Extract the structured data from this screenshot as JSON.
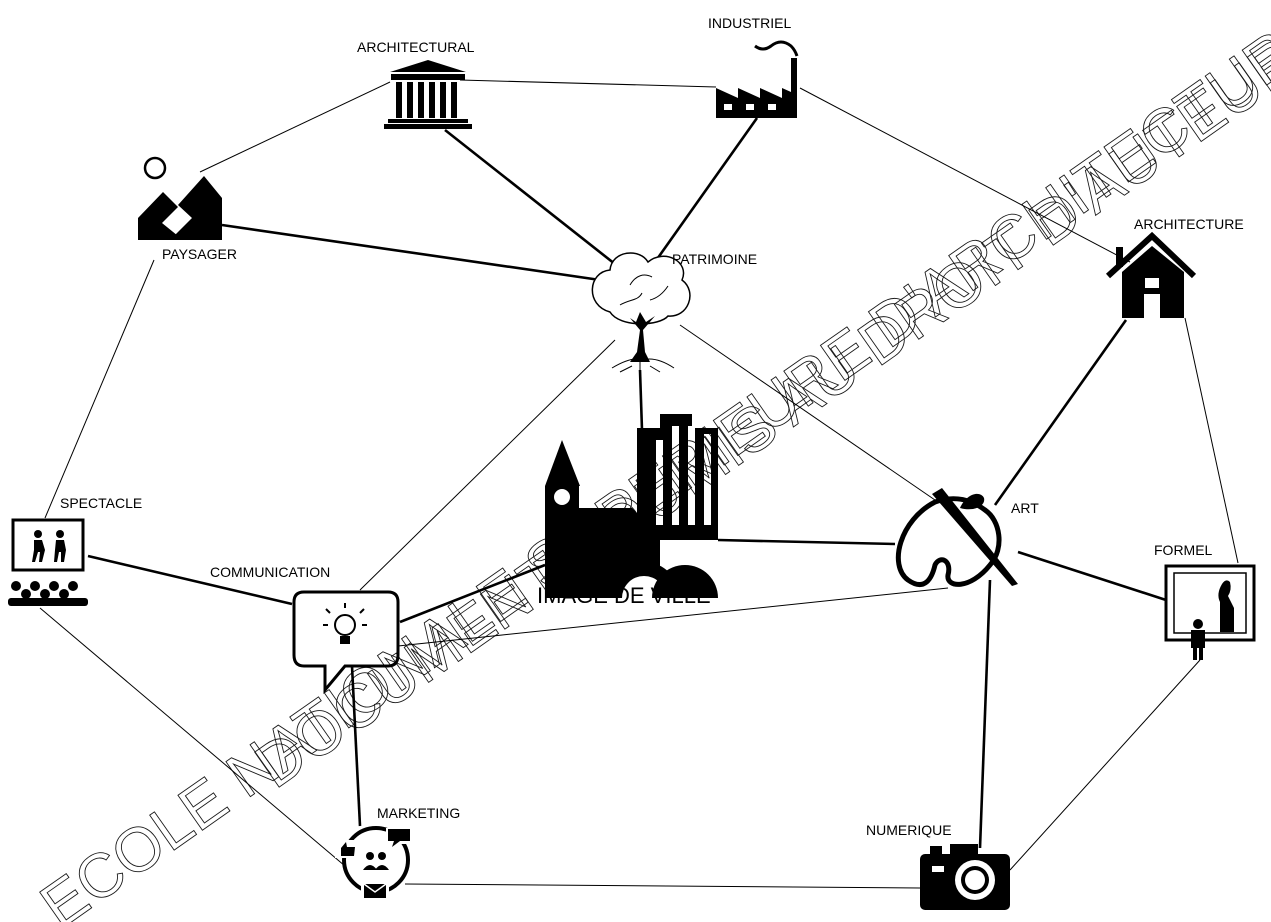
{
  "diagram": {
    "center": {
      "label": "IMAGE DE VILLE",
      "icon": "city-skyline-icon"
    },
    "nodes": {
      "patrimoine": {
        "label": "PATRIMOINE",
        "icon": "tree-roots-icon"
      },
      "architectural": {
        "label": "ARCHITECTURAL",
        "icon": "classical-building-icon"
      },
      "industriel": {
        "label": "INDUSTRIEL",
        "icon": "factory-icon"
      },
      "paysager": {
        "label": "PAYSAGER",
        "icon": "landscape-icon"
      },
      "architecture": {
        "label": "ARCHITECTURE",
        "icon": "house-icon"
      },
      "art": {
        "label": "ART",
        "icon": "palette-icon"
      },
      "formel": {
        "label": "FORMEL",
        "icon": "framed-painting-icon"
      },
      "spectacle": {
        "label": "SPECTACLE",
        "icon": "audience-stage-icon"
      },
      "communication": {
        "label": "COMMUNICATION",
        "icon": "lightbulb-speech-icon"
      },
      "marketing": {
        "label": "MARKETING",
        "icon": "marketing-cycle-icon"
      },
      "numerique": {
        "label": "NUMERIQUE",
        "icon": "camera-icon"
      }
    }
  },
  "watermark": {
    "line1": "ECOLE NATIONALE SUPERIEURE D'ARCHITECTURE",
    "line2": "DOCUMENT SOUMIS AU DROIT D'AUTEUR"
  }
}
